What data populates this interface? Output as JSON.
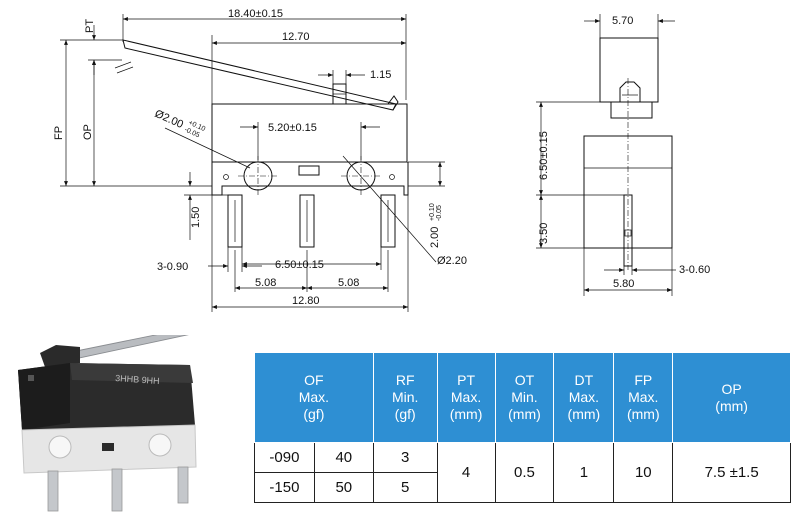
{
  "front_view": {
    "overall_length": "18.40±0.15",
    "body_length": "12.70",
    "lever_width": "1.15",
    "hole_spacing": "5.20±0.15",
    "hole_diameter": "Ø2.00",
    "hole_diameter_tol_top": "+0.10",
    "hole_diameter_tol_bottom": "-0.05",
    "pt_label": "PT",
    "fp_label": "FP",
    "op_label": "OP",
    "terminal_height": "1.50",
    "terminal_width": "3-0.90",
    "terminal_spacing": "6.50±0.15",
    "pin_pitch_left": "5.08",
    "pin_pitch_right": "5.08",
    "base_width": "12.80",
    "slot_dim": "2.00",
    "slot_tol_top": "+0.10",
    "slot_tol_bottom": "-0.05",
    "terminal_end_dia": "Ø2.20"
  },
  "side_view": {
    "top_width": "5.70",
    "body_height": "6.50±0.15",
    "terminal_length": "3.50",
    "terminal_thickness": "3-0.60",
    "base_width": "5.80"
  },
  "photo": {
    "marking": "3HHB 9HH"
  },
  "table": {
    "headers": {
      "of": "OF\nMax.\n(gf)",
      "rf": "RF\nMin.\n(gf)",
      "pt": "PT\nMax.\n(mm)",
      "ot": "OT\nMin.\n(mm)",
      "dt": "DT\nMax.\n(mm)",
      "fp": "FP\nMax.\n(mm)",
      "op": "OP\n(mm)"
    },
    "rows": [
      {
        "model": "-090",
        "of": "40",
        "rf": "3"
      },
      {
        "model": "-150",
        "of": "50",
        "rf": "5"
      }
    ],
    "pt": "4",
    "ot": "0.5",
    "dt": "1",
    "fp": "10",
    "op": "7.5 ±1.5"
  }
}
